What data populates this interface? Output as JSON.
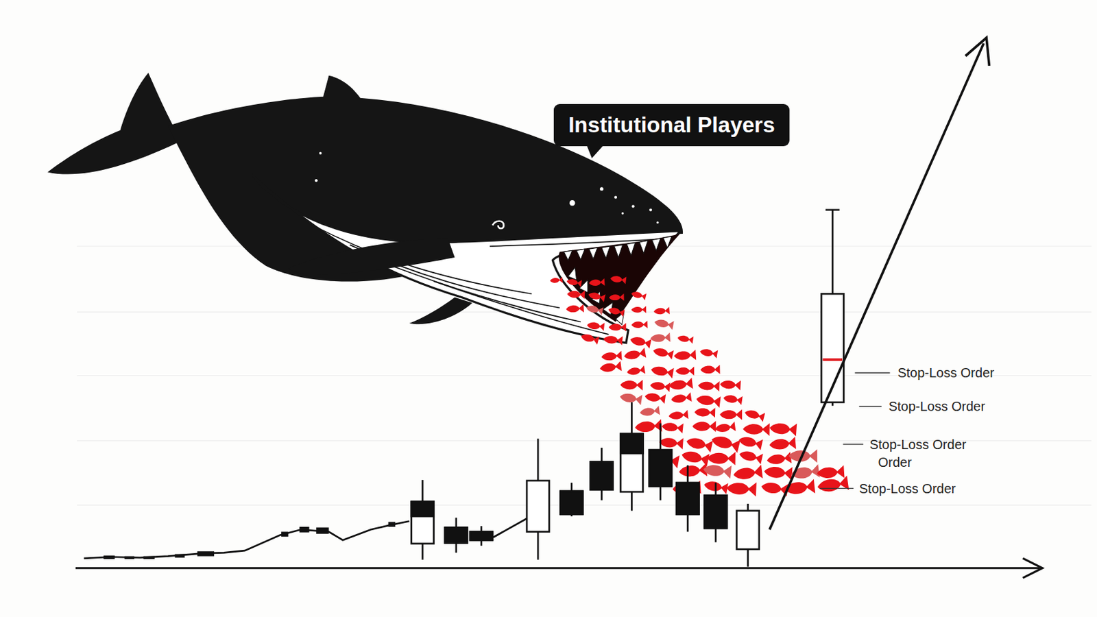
{
  "diagram": {
    "nodes": [
      {
        "text": [
          "Institutional Players"
        ]
      }
    ],
    "labels": [
      "Stop-Loss Order",
      "Stop-Loss Order",
      "Stop-Loss Order",
      "Order",
      "Stop-Loss Order"
    ]
  }
}
